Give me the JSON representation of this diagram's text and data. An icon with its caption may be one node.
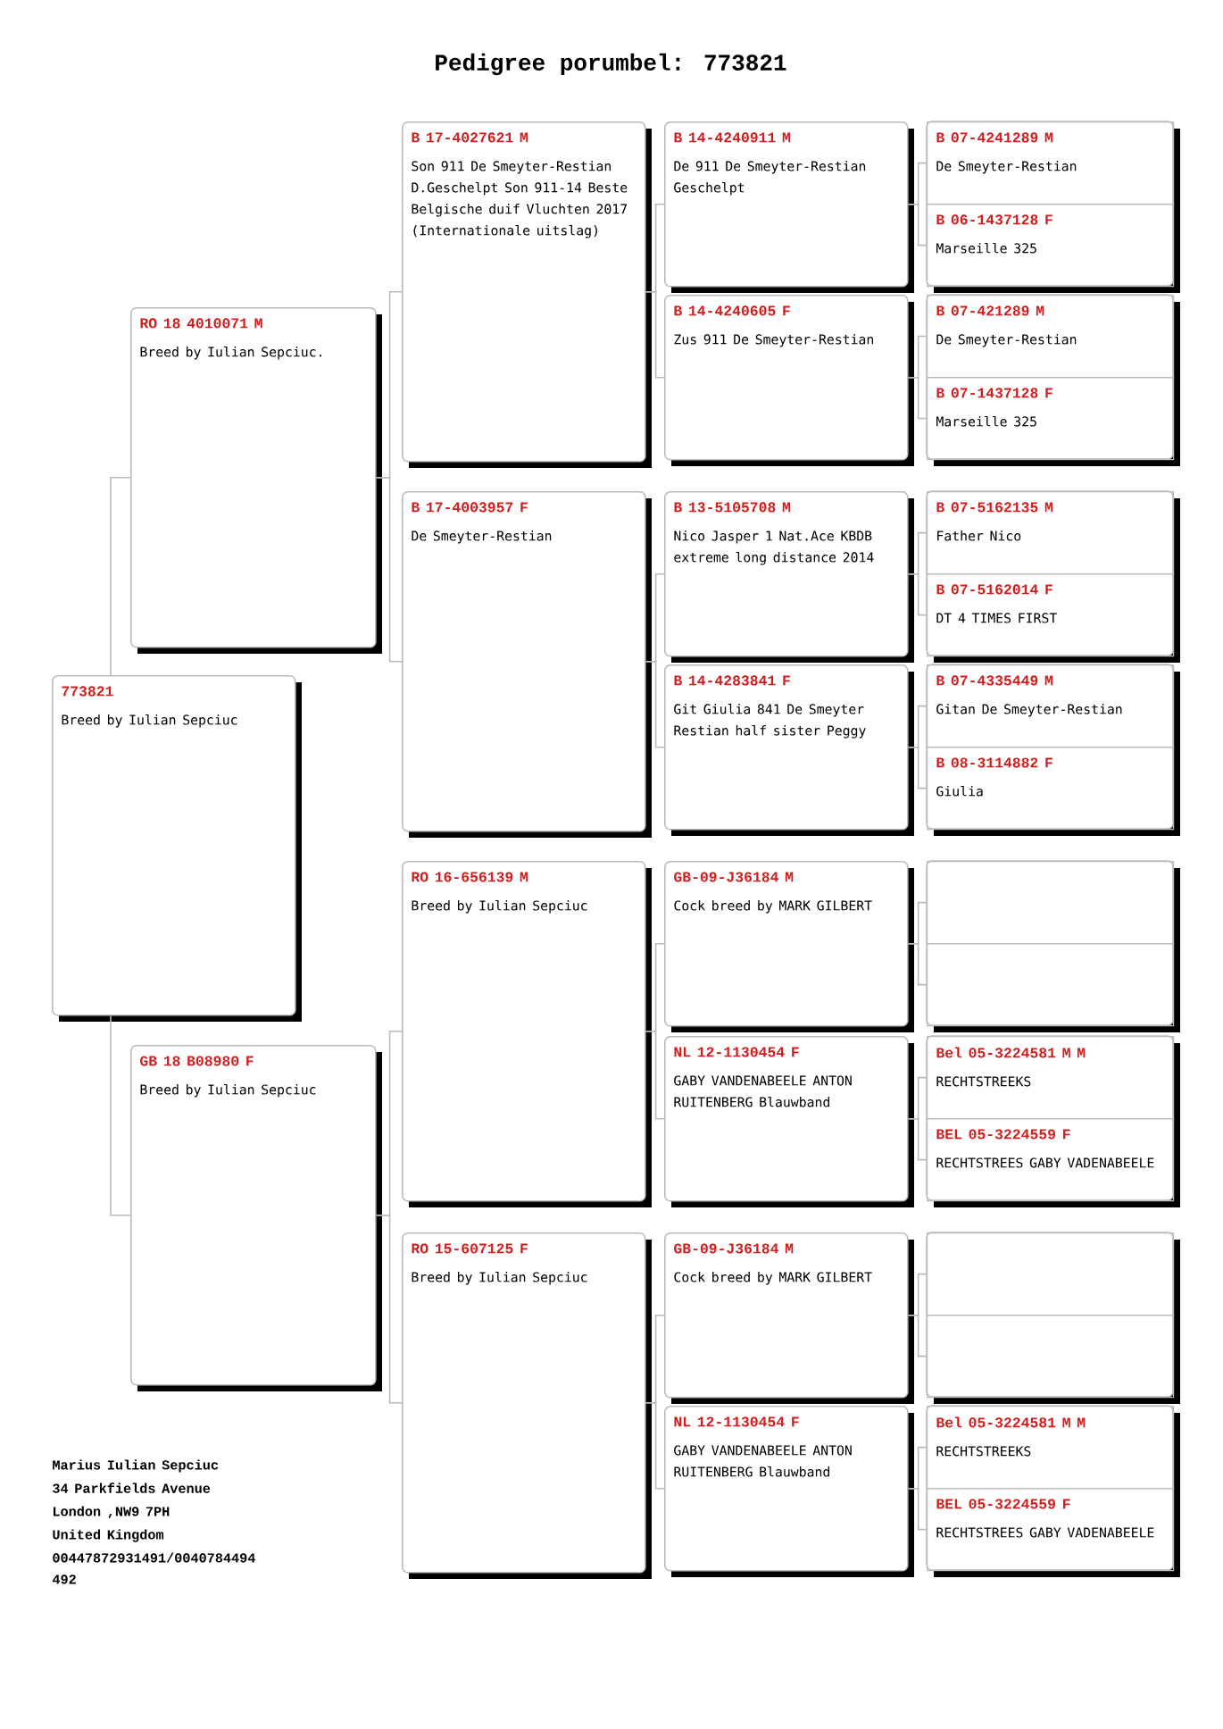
{
  "diagram": {
    "title": "Pedigree porumbel: 773821",
    "nodes": [
      {
        "text": [
          "773821",
          "Breed by Iulian Sepciuc"
        ]
      },
      {
        "text": [
          "RO 18 4010071 M",
          "Breed by Iulian Sepciuc."
        ]
      },
      {
        "text": [
          "GB 18 B08980 F",
          "Breed by Iulian Sepciuc"
        ]
      },
      {
        "text": [
          "B 17-4027621 M",
          "Son 911 De Smeyter-Restian D.Geschelpt Son 911-14 Beste Belgische duif Vluchten 2017 (Internationale uitslag)"
        ]
      },
      {
        "text": [
          "B 17-4003957 F",
          "De Smeyter-Restian"
        ]
      },
      {
        "text": [
          "RO 16-656139 M",
          "Breed by Iulian Sepciuc"
        ]
      },
      {
        "text": [
          "RO 15-607125 F",
          "Breed by Iulian Sepciuc"
        ]
      },
      {
        "text": [
          "B 14-4240911 M",
          "De 911 De Smeyter-Restian Geschelpt"
        ]
      },
      {
        "text": [
          "B 14-4240605 F",
          "Zus 911 De Smeyter-Restian"
        ]
      },
      {
        "text": [
          "B 13-5105708 M",
          "Nico Jasper 1 Nat.Ace KBDB extreme long distance 2014"
        ]
      },
      {
        "text": [
          "B 14-4283841 F",
          "Git Giulia 841 De Smeyter Restian half sister Peggy"
        ]
      },
      {
        "text": [
          "GB-09-J36184 M",
          "Cock breed by MARK GILBERT"
        ]
      },
      {
        "text": [
          "NL 12-1130454 F",
          "GABY VANDENABEELE  ANTON RUITENBERG Blauwband"
        ]
      },
      {
        "text": [
          "GB-09-J36184 M",
          "Cock breed by MARK GILBERT"
        ]
      },
      {
        "text": [
          "NL 12-1130454 F",
          "GABY VANDENABEELE  ANTON RUITENBERG Blauwband"
        ]
      },
      {
        "text": [
          "B 07-4241289 M",
          "De Smeyter-Restian"
        ]
      },
      {
        "text": [
          "B 06-1437128 F",
          "Marseille 325"
        ]
      },
      {
        "text": [
          "B 07-421289 M",
          "De Smeyter-Restian"
        ]
      },
      {
        "text": [
          "B 07-1437128 F",
          "Marseille 325"
        ]
      },
      {
        "text": [
          "B 07-5162135 M",
          "Father Nico"
        ]
      },
      {
        "text": [
          "B 07-5162014 F",
          "DT 4 TIMES FIRST"
        ]
      },
      {
        "text": [
          "B 07-4335449 M",
          "Gitan De Smeyter-Restian"
        ]
      },
      {
        "text": [
          "B 08-3114882 F",
          "Giulia"
        ]
      },
      {
        "text": [],
        "shape": "box"
      },
      {
        "text": [],
        "shape": "box"
      },
      {
        "text": [
          "Bel 05-3224581 M M",
          "RECHTSTREEKS"
        ]
      },
      {
        "text": [
          "BEL 05-3224559 F",
          "RECHTSTREES GABY VADENABEELE"
        ]
      },
      {
        "text": [],
        "shape": "box"
      },
      {
        "text": [],
        "shape": "box"
      },
      {
        "text": [
          "Bel 05-3224581 M M",
          "RECHTSTREEKS"
        ]
      },
      {
        "text": [
          "BEL 05-3224559 F",
          "RECHTSTREES GABY VADENABEELE"
        ]
      }
    ],
    "edges": [
      {
        "from": 0,
        "to": 1,
        "arrow": "none"
      },
      {
        "from": 0,
        "to": 2,
        "arrow": "none"
      },
      {
        "from": 1,
        "to": 3,
        "arrow": "none"
      },
      {
        "from": 1,
        "to": 4,
        "arrow": "none"
      },
      {
        "from": 2,
        "to": 5,
        "arrow": "none"
      },
      {
        "from": 2,
        "to": 6,
        "arrow": "none"
      },
      {
        "from": 3,
        "to": 7,
        "arrow": "none"
      },
      {
        "from": 3,
        "to": 8,
        "arrow": "none"
      },
      {
        "from": 4,
        "to": 9,
        "arrow": "none"
      },
      {
        "from": 4,
        "to": 10,
        "arrow": "none"
      },
      {
        "from": 5,
        "to": 11,
        "arrow": "none"
      },
      {
        "from": 5,
        "to": 12,
        "arrow": "none"
      },
      {
        "from": 6,
        "to": 13,
        "arrow": "none"
      },
      {
        "from": 6,
        "to": 14,
        "arrow": "none"
      },
      {
        "from": 7,
        "to": 15,
        "arrow": "none"
      },
      {
        "from": 7,
        "to": 16,
        "arrow": "none"
      },
      {
        "from": 8,
        "to": 17,
        "arrow": "none"
      },
      {
        "from": 8,
        "to": 18,
        "arrow": "none"
      },
      {
        "from": 9,
        "to": 19,
        "arrow": "none"
      },
      {
        "from": 9,
        "to": 20,
        "arrow": "none"
      },
      {
        "from": 10,
        "to": 21,
        "arrow": "none"
      },
      {
        "from": 10,
        "to": 22,
        "arrow": "none"
      },
      {
        "from": 11,
        "to": 23,
        "arrow": "none"
      },
      {
        "from": 11,
        "to": 24,
        "arrow": "none"
      },
      {
        "from": 12,
        "to": 25,
        "arrow": "none"
      },
      {
        "from": 12,
        "to": 26,
        "arrow": "none"
      },
      {
        "from": 13,
        "to": 27,
        "arrow": "none"
      },
      {
        "from": 13,
        "to": 28,
        "arrow": "none"
      },
      {
        "from": 14,
        "to": 29,
        "arrow": "none"
      },
      {
        "from": 14,
        "to": 30,
        "arrow": "none"
      }
    ],
    "labels": [
      "Marius Iulian Sepciuc",
      "34 Parkfields Avenue",
      "London ,NW9 7PH",
      "United Kingdom",
      "00447872931491/0040784494 492"
    ]
  }
}
